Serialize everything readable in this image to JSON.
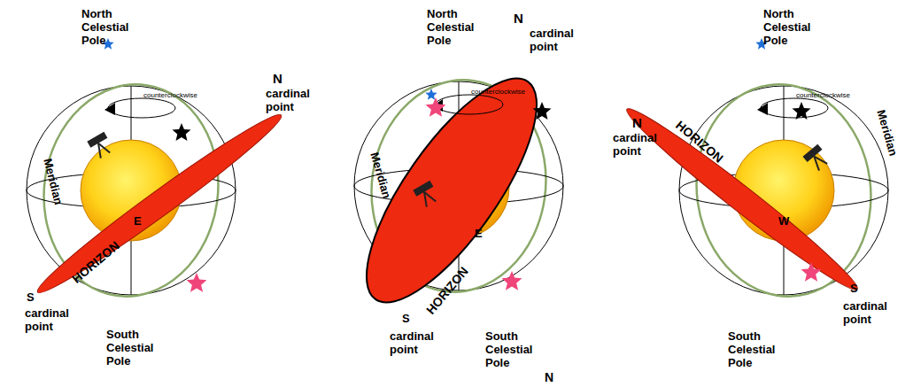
{
  "diagram": {
    "labels": [
      "North Celestial Pole",
      "N",
      "cardinal point",
      "counterclockwise",
      "Meridian",
      "E",
      "HORIZON",
      "S",
      "cardinal point",
      "South Celestial Pole",
      "North Celestial Pole",
      "N",
      "cardinal point",
      "counterclockwise",
      "Meridian",
      "E",
      "HORIZON",
      "S",
      "cardinal point",
      "South Celestial Pole",
      "N",
      "North Celestial Pole",
      "N",
      "cardinal point",
      "counterclockwise",
      "HORIZON",
      "Meridian",
      "W",
      "S",
      "cardinal point",
      "South Celestial Pole"
    ]
  }
}
